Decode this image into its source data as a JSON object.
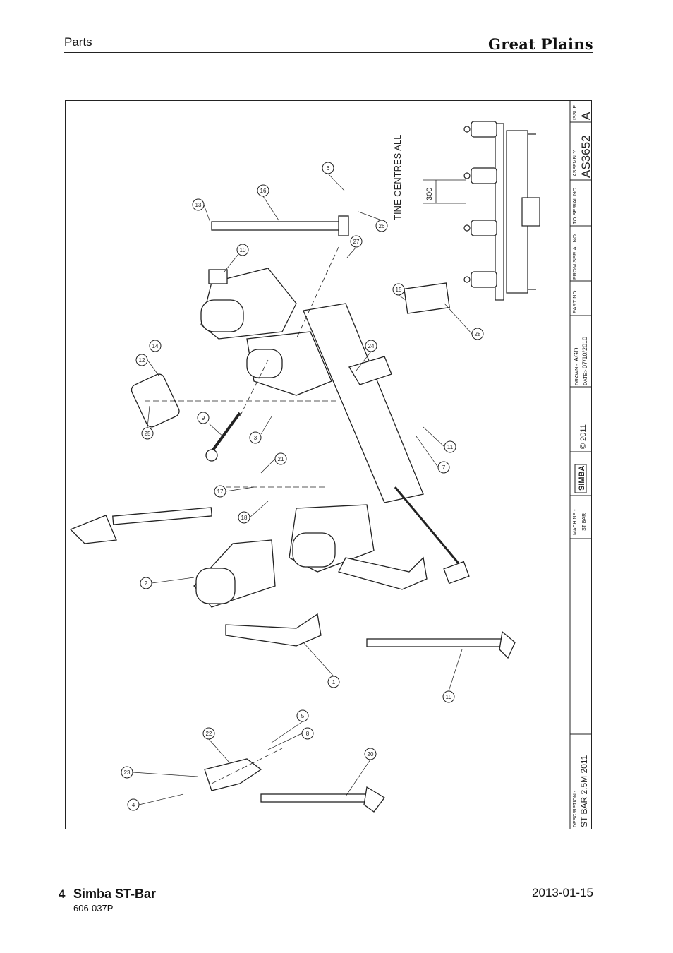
{
  "header": {
    "section": "Parts",
    "brand": "Great Plains"
  },
  "footer": {
    "page_number": "4",
    "title": "Simba ST-Bar",
    "doc_code": "606-037P",
    "date": "2013-01-15"
  },
  "drawing": {
    "note": "TINE CENTRES ALL",
    "dimension": "300",
    "callouts": [
      "1",
      "2",
      "3",
      "4",
      "5",
      "6",
      "7",
      "8",
      "9",
      "10",
      "11",
      "12",
      "13",
      "14",
      "15",
      "16",
      "17",
      "18",
      "19",
      "20",
      "21",
      "22",
      "23",
      "24",
      "25",
      "26",
      "27",
      "28"
    ],
    "title_block": {
      "issue_label": "ISSUE",
      "issue": "A",
      "assembly_label": "ASSEMBLY",
      "assembly": "AS3652",
      "to_serial_label": "TO SERIAL NO.",
      "from_serial_label": "FROM SERIAL NO.",
      "part_no_label": "PART NO.",
      "drawn_label": "DRAWN:-",
      "drawn": "AGD",
      "date_label": "DATE:-",
      "date": "07/10/2010",
      "logo": "SIMBA",
      "copyright": "© 2011",
      "machine_label": "MACHINE:-",
      "machine": "ST BAR",
      "description_label": "DESCRIPTION:-",
      "description": "ST BAR 2.5M 2011"
    }
  }
}
